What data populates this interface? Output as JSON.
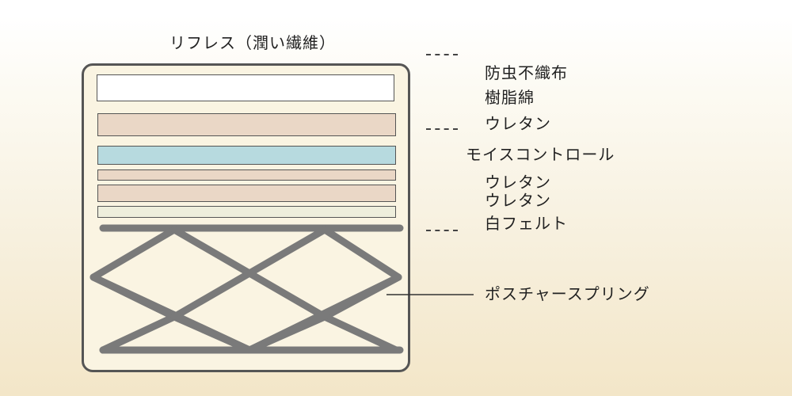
{
  "title": "リフレス（潤い繊維）",
  "layers": [
    {
      "name": "nonwoven",
      "fill": "#ffffff"
    },
    {
      "name": "urethane-1",
      "fill": "#ead7c6"
    },
    {
      "name": "moist-control",
      "fill": "#b7dadf"
    },
    {
      "name": "urethane-2",
      "fill": "#ead7c6"
    },
    {
      "name": "urethane-3",
      "fill": "#ead7c6"
    },
    {
      "name": "white-felt",
      "fill": "#eeeedc"
    }
  ],
  "labels": {
    "nonwoven": "防虫不織布",
    "cotton": "樹脂綿",
    "urethane_top": "ウレタン",
    "moist_control": "モイスコントロール",
    "urethane_mid1": "ウレタン",
    "urethane_mid2": "ウレタン",
    "white_felt": "白フェルト",
    "spring": "ポスチャースプリング"
  },
  "colors": {
    "frame": "#555555",
    "spring": "#7a7a7a",
    "urethane": "#ead7c6",
    "moist_control": "#b7dadf",
    "felt": "#eeeedc",
    "background_bottom": "#f3e6c8"
  }
}
